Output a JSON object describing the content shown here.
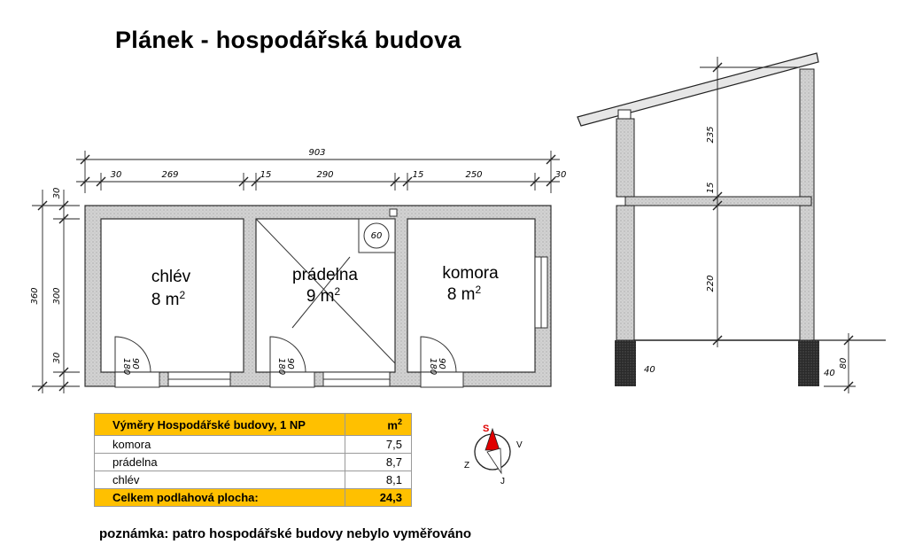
{
  "title": "Plánek - hospodářská budova",
  "plan": {
    "rooms": [
      {
        "name": "chlév",
        "area": "8 m",
        "sup": "2"
      },
      {
        "name": "prádelna",
        "area": "9 m",
        "sup": "2"
      },
      {
        "name": "komora",
        "area": "8 m",
        "sup": "2"
      }
    ],
    "dims_top": {
      "total": "903",
      "w1": "30",
      "w2": "269",
      "w3": "15",
      "w4": "290",
      "w5": "15",
      "w6": "250",
      "w7": "30"
    },
    "dims_left": {
      "total": "360",
      "inner": "300",
      "top": "30",
      "bottom": "30"
    },
    "door_label": "90",
    "door_label2": "180",
    "boiler": "60"
  },
  "section": {
    "upper": "235",
    "ceiling": "15",
    "lower": "220",
    "foot_left": "40",
    "foot_right": "40",
    "foot_depth": "80"
  },
  "compass": {
    "s": "S",
    "v": "V",
    "j": "J",
    "z": "Z"
  },
  "table": {
    "header": {
      "label": "Výměry Hospodářské budovy, 1 NP",
      "unit": "m",
      "unit_sup": "2"
    },
    "rows": [
      {
        "label": "komora",
        "value": "7,5"
      },
      {
        "label": "prádelna",
        "value": "8,7"
      },
      {
        "label": "chlév",
        "value": "8,1"
      }
    ],
    "total": {
      "label": "Celkem podlahová plocha:",
      "value": "24,3"
    }
  },
  "note": "poznámka: patro hospodářské budovy nebylo vyměřováno",
  "colors": {
    "highlight": "#ffc000",
    "wall": "#cfcfcf",
    "compass_red": "#e00000"
  }
}
